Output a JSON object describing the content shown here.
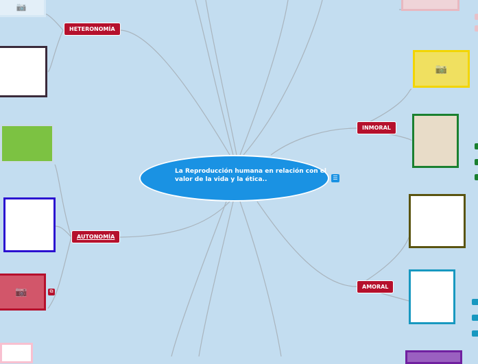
{
  "central_topic": "La Reproducción humana en relación con el valor de la vida y la ética..",
  "topics": [
    {
      "label": "HETERONOMÍA"
    },
    {
      "label": "AUTONOMÍA"
    },
    {
      "label": "INMORAL"
    },
    {
      "label": "AMORAL"
    }
  ],
  "icons": {
    "camera": "📷",
    "notes": "☰",
    "link": "⧉"
  }
}
